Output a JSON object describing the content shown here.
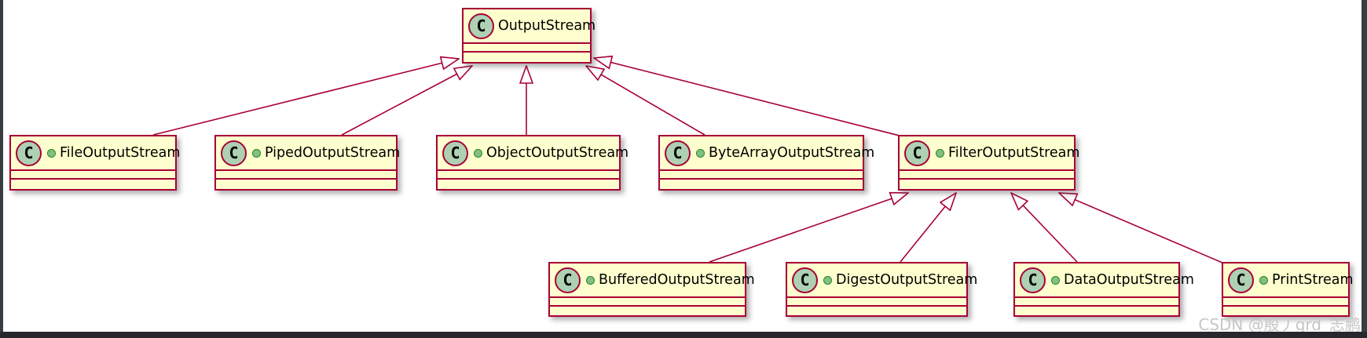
{
  "diagram": {
    "type": "uml-class-diagram",
    "badge_letter": "C",
    "classes": [
      {
        "name": "OutputStream",
        "has_visibility_dot": false
      },
      {
        "name": "FileOutputStream",
        "has_visibility_dot": true
      },
      {
        "name": "PipedOutputStream",
        "has_visibility_dot": true
      },
      {
        "name": "ObjectOutputStream",
        "has_visibility_dot": true
      },
      {
        "name": "ByteArrayOutputStream",
        "has_visibility_dot": true
      },
      {
        "name": "FilterOutputStream",
        "has_visibility_dot": true
      },
      {
        "name": "BufferedOutputStream",
        "has_visibility_dot": true
      },
      {
        "name": "DigestOutputStream",
        "has_visibility_dot": true
      },
      {
        "name": "DataOutputStream",
        "has_visibility_dot": true
      },
      {
        "name": "PrintStream",
        "has_visibility_dot": true
      }
    ],
    "relationships": [
      {
        "from": "FileOutputStream",
        "to": "OutputStream",
        "type": "extends"
      },
      {
        "from": "PipedOutputStream",
        "to": "OutputStream",
        "type": "extends"
      },
      {
        "from": "ObjectOutputStream",
        "to": "OutputStream",
        "type": "extends"
      },
      {
        "from": "ByteArrayOutputStream",
        "to": "OutputStream",
        "type": "extends"
      },
      {
        "from": "FilterOutputStream",
        "to": "OutputStream",
        "type": "extends"
      },
      {
        "from": "BufferedOutputStream",
        "to": "FilterOutputStream",
        "type": "extends"
      },
      {
        "from": "DigestOutputStream",
        "to": "FilterOutputStream",
        "type": "extends"
      },
      {
        "from": "DataOutputStream",
        "to": "FilterOutputStream",
        "type": "extends"
      },
      {
        "from": "PrintStream",
        "to": "FilterOutputStream",
        "type": "extends"
      }
    ],
    "colors": {
      "node_fill": "#fefece",
      "node_border": "#a80036",
      "edge_line": "#a80036",
      "badge_fill": "#add1b2",
      "dot_fill": "#84be84",
      "watermark_color": "#c6c6c6"
    },
    "watermark": "CSDN @殷丿grd_志鹏"
  }
}
